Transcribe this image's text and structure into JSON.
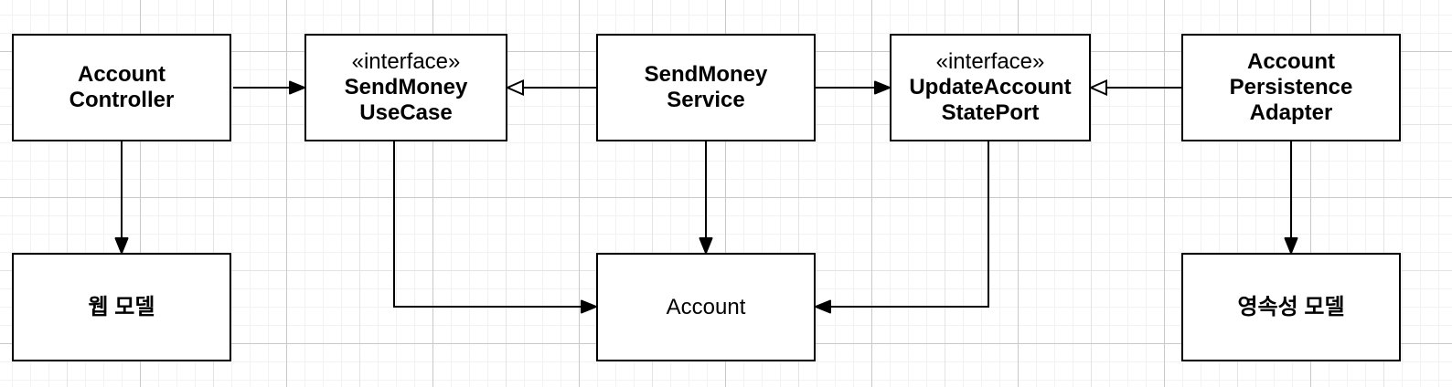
{
  "canvas": {
    "background_color": "#ffffff",
    "grid_minor_color": "#f2f2f2",
    "grid_mid_color": "#e4e4e4",
    "grid_major_color": "#c9c9c9",
    "node_fill": "#ffffff",
    "node_border_color": "#000000",
    "text_color": "#000000"
  },
  "nodes": {
    "account_controller": {
      "label": "Account\nController"
    },
    "send_money_use_case": {
      "stereotype": "«interface»",
      "label": "SendMoney\nUseCase"
    },
    "send_money_service": {
      "label": "SendMoney\nService"
    },
    "update_account_state_port": {
      "stereotype": "«interface»",
      "label": "UpdateAccount\nStatePort"
    },
    "account_persistence_adapter": {
      "label": "Account\nPersistence\nAdapter"
    },
    "web_model": {
      "label": "웹 모델"
    },
    "account": {
      "label": "Account"
    },
    "persistence_model": {
      "label": "영속성 모델"
    }
  },
  "edges": [
    {
      "from": "account_controller",
      "to": "send_money_use_case",
      "arrowhead": "filled",
      "route": "straight-right"
    },
    {
      "from": "send_money_service",
      "to": "send_money_use_case",
      "arrowhead": "open",
      "route": "straight-left"
    },
    {
      "from": "send_money_service",
      "to": "update_account_state_port",
      "arrowhead": "filled",
      "route": "straight-right"
    },
    {
      "from": "account_persistence_adapter",
      "to": "update_account_state_port",
      "arrowhead": "open",
      "route": "straight-left"
    },
    {
      "from": "account_controller",
      "to": "web_model",
      "arrowhead": "filled",
      "route": "straight-down"
    },
    {
      "from": "send_money_service",
      "to": "account",
      "arrowhead": "filled",
      "route": "straight-down"
    },
    {
      "from": "account_persistence_adapter",
      "to": "persistence_model",
      "arrowhead": "filled",
      "route": "straight-down"
    },
    {
      "from": "send_money_use_case",
      "to": "account",
      "arrowhead": "filled",
      "route": "elbow-down-right"
    },
    {
      "from": "update_account_state_port",
      "to": "account",
      "arrowhead": "filled",
      "route": "elbow-down-left"
    }
  ]
}
